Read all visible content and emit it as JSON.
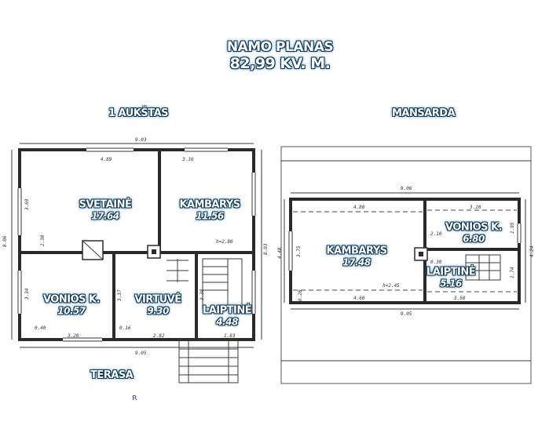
{
  "title": {
    "line1": "NAMO PLANAS",
    "line2": "82,99 KV. M."
  },
  "floors": {
    "ground": {
      "label": "1 AUKŠTAS"
    },
    "attic": {
      "label": "MANSARDA"
    }
  },
  "rooms": {
    "svetaine": {
      "name": "SVETAINĖ",
      "area": "17.64"
    },
    "kambarys1": {
      "name": "KAMBARYS",
      "area": "11.56"
    },
    "vonios1": {
      "name": "VONIOS K.",
      "area": "10.57"
    },
    "virtuve": {
      "name": "VIRTUVĖ",
      "area": "9.30"
    },
    "laiptine1": {
      "name": "LAIPTINĖ",
      "area": "4.48"
    },
    "kambarys2": {
      "name": "KAMBARYS",
      "area": "17.48"
    },
    "vonios2": {
      "name": "VONIOS K.",
      "area": "6.80"
    },
    "laiptine2": {
      "name": "LAIPTINĖ",
      "area": "5.16"
    }
  },
  "terasa": "TERASA",
  "dims": {
    "g_top": "9.03",
    "g_bottom": "9.05",
    "g_svet_w": "4.89",
    "g_kamb_w": "3.16",
    "g_left": "8.06",
    "g_right": "8.03",
    "g_svet_h": "3.69",
    "g_side": "2.30",
    "g_vonios_h": "3.34",
    "g_virt_h": "3.37",
    "g_lapt_h": "3.38",
    "g_b1": "3.20",
    "g_b2": "2.82",
    "g_b3": "1.83",
    "g_b4": "0.40",
    "g_b5": "0.16",
    "g_h": "h=2.80",
    "a_top": "9.06",
    "a_bottom": "9.05",
    "a_k_top": "4.80",
    "a_v_top": "3.20",
    "a_k_bottom": "4.60",
    "a_l_bottom": "3.50",
    "a_left": "4.48",
    "a_left2": "3.75",
    "a_right": "4.24",
    "a_r1": "1.95",
    "a_r2": "1.74",
    "a_v1": "2.10",
    "a_v2": "0.30",
    "a_h": "h=2.45",
    "a_m": "0.20"
  },
  "colors": {
    "label_glow": "#1b6fb0",
    "label_outline": "#0e3550",
    "wall": "#2a2a2a"
  }
}
